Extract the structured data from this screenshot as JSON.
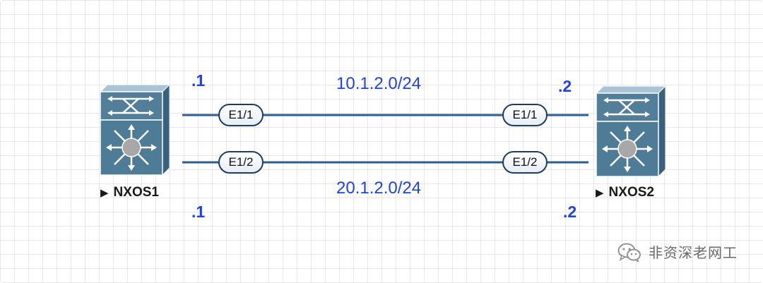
{
  "devices": [
    {
      "id": "nxos1",
      "label": "NXOS1"
    },
    {
      "id": "nxos2",
      "label": "NXOS2"
    }
  ],
  "links": [
    {
      "subnet": "10.1.2.0/24",
      "left_port": "E1/1",
      "right_port": "E1/1",
      "left_ip": ".1",
      "right_ip": ".2"
    },
    {
      "subnet": "20.1.2.0/24",
      "left_port": "E1/2",
      "right_port": "E1/2",
      "left_ip": ".1",
      "right_ip": ".2"
    }
  ],
  "colors": {
    "link": "#2b5f94",
    "ip_text": "#1f3ff0",
    "device_body": "#4e7c97"
  },
  "icons": {
    "device": "nexus-switch-icon",
    "watermark": "wechat-icon"
  },
  "watermark": {
    "text": "非资深老网工"
  }
}
